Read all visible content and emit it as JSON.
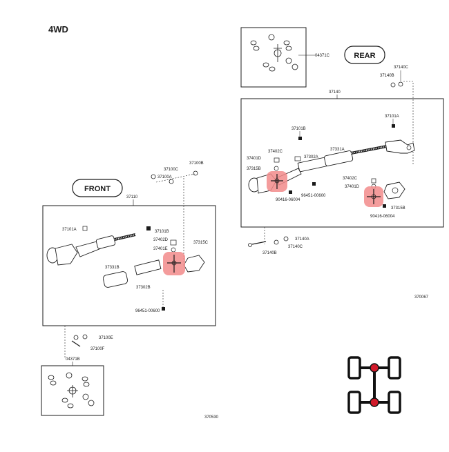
{
  "page_label": "4WD",
  "labels": {
    "front": "FRONT",
    "rear": "REAR"
  },
  "codes": {
    "ref_main": "370067",
    "ref_small": "370530"
  },
  "parts": {
    "front_group": "37110",
    "front_slip_yoke": "37101A",
    "front_flange_bolt": "37101B",
    "front_nut_a": "37100A",
    "front_nut_c": "37100C",
    "front_bolt_b": "37100B",
    "front_journal_kit": "37402D",
    "front_snap_ring": "37401E",
    "front_spider": "37315C",
    "front_boot": "37331B",
    "front_sleeve": "37302B",
    "front_grease_fitting": "96451-00600",
    "front_nut_e": "37100E",
    "front_nut_f": "37100F",
    "front_spider_kit": "04371B",
    "rear_spider_kit": "04371C",
    "rear_nut_c": "37140C",
    "rear_washer_b": "37140B",
    "rear_group": "37140",
    "rear_slip_yoke": "37101A",
    "rear_flange_bolt": "37101B",
    "rear_journal_kit": "37402C",
    "rear_sleeve": "37302A",
    "rear_boot": "37331A",
    "rear_snap_ring_1": "37401D",
    "rear_spider_1": "37315B",
    "rear_fitting_1": "96451-00600",
    "rear_bearing_1": "90416-06004",
    "rear_journal_kit_2": "37402C",
    "rear_snap_ring_2": "37401D",
    "rear_spider_2": "37315B",
    "rear_bearing_2": "90416-06004",
    "rear_nut_a": "37140A",
    "rear_nut_c2": "37140C",
    "rear_washer_b2": "37140B"
  },
  "colors": {
    "line": "#1a1a1a",
    "highlight": "#f28b8b",
    "chassis_axle": "#d11a2a"
  },
  "icons": {
    "drivetrain": "4wd-chassis-icon"
  }
}
